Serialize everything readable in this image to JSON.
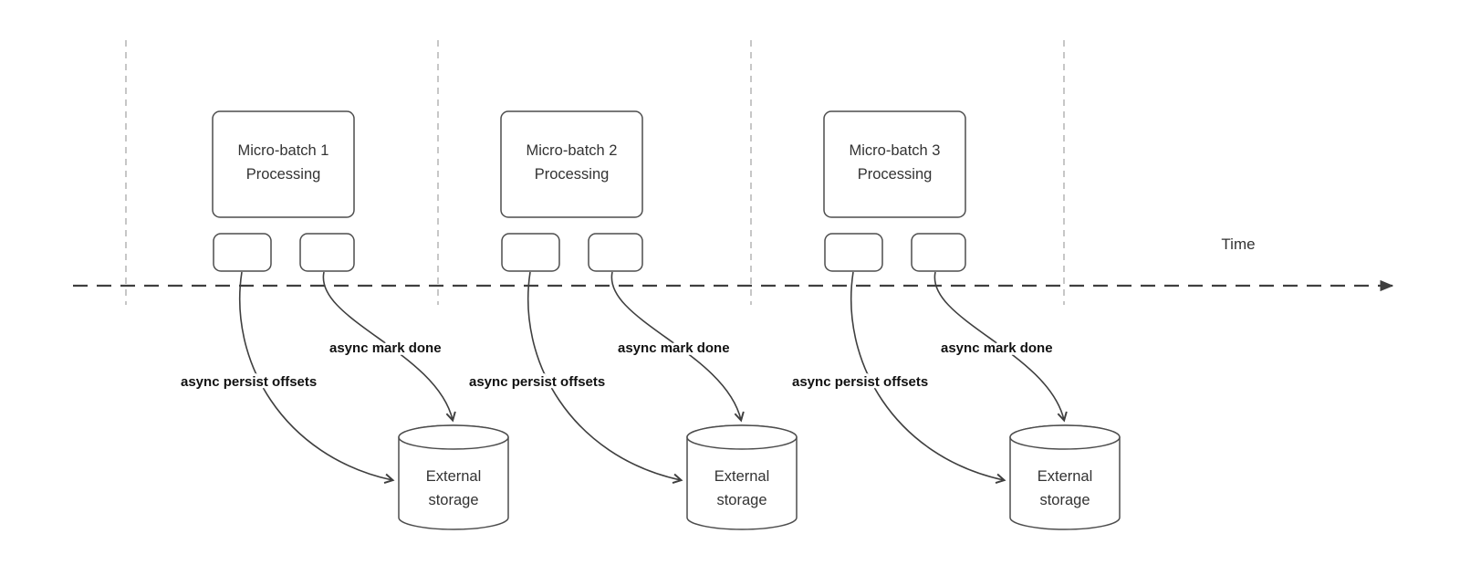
{
  "colors": {
    "background": "#ffffff",
    "shape_stroke": "#4d4d4d",
    "shape_fill": "#ffffff",
    "guide_dash": "#b9b9b9",
    "timeline_stroke": "#3f3f3f",
    "shape_text": "#333333",
    "flow_label_text": "#111111"
  },
  "timeline": {
    "label": "Time"
  },
  "groups": [
    {
      "title_line1": "Micro-batch 1",
      "title_line2": "Processing",
      "persist_label": "async persist offsets",
      "mark_done_label": "async mark done",
      "storage_line1": "External",
      "storage_line2": "storage"
    },
    {
      "title_line1": "Micro-batch 2",
      "title_line2": "Processing",
      "persist_label": "async persist offsets",
      "mark_done_label": "async mark done",
      "storage_line1": "External",
      "storage_line2": "storage"
    },
    {
      "title_line1": "Micro-batch 3",
      "title_line2": "Processing",
      "persist_label": "async persist offsets",
      "mark_done_label": "async mark done",
      "storage_line1": "External",
      "storage_line2": "storage"
    }
  ]
}
